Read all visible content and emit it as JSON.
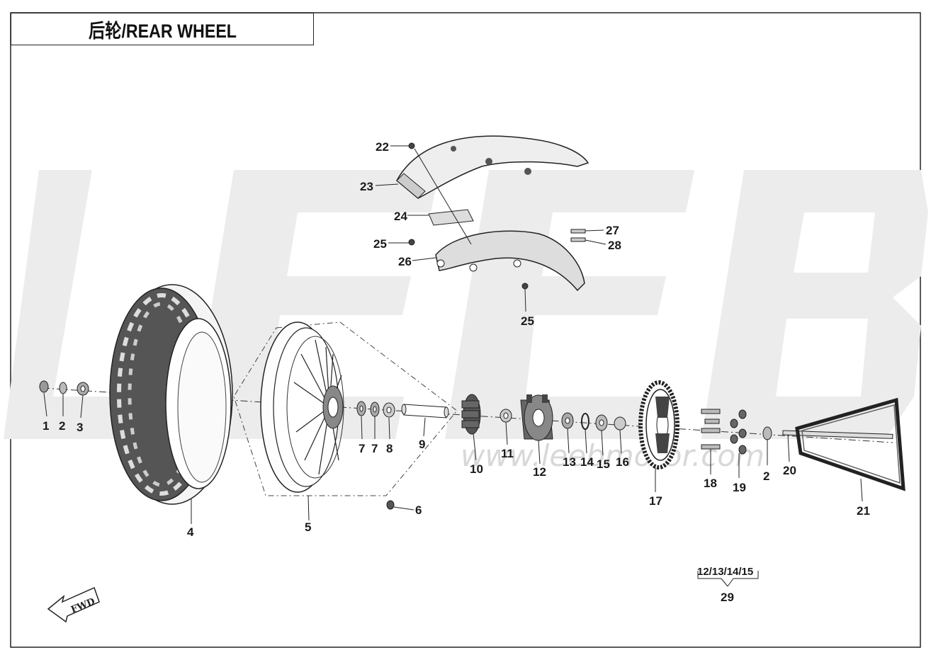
{
  "title": "后轮/REAR WHEEL",
  "watermark_logo": "LEEB",
  "watermark_url": "www.leebmotor.com",
  "fwd_label": "FWD",
  "kit_label": "12/13/14/15",
  "kit_number": "29",
  "callouts": [
    {
      "id": "c1",
      "text": "1"
    },
    {
      "id": "c2",
      "text": "2"
    },
    {
      "id": "c3",
      "text": "3"
    },
    {
      "id": "c4",
      "text": "4"
    },
    {
      "id": "c5",
      "text": "5"
    },
    {
      "id": "c6",
      "text": "6"
    },
    {
      "id": "c7a",
      "text": "7"
    },
    {
      "id": "c7b",
      "text": "7"
    },
    {
      "id": "c8",
      "text": "8"
    },
    {
      "id": "c9",
      "text": "9"
    },
    {
      "id": "c10",
      "text": "10"
    },
    {
      "id": "c11",
      "text": "11"
    },
    {
      "id": "c12",
      "text": "12"
    },
    {
      "id": "c13",
      "text": "13"
    },
    {
      "id": "c14",
      "text": "14"
    },
    {
      "id": "c15",
      "text": "15"
    },
    {
      "id": "c16",
      "text": "16"
    },
    {
      "id": "c17",
      "text": "17"
    },
    {
      "id": "c18",
      "text": "18"
    },
    {
      "id": "c19",
      "text": "19"
    },
    {
      "id": "c2b",
      "text": "2"
    },
    {
      "id": "c20",
      "text": "20"
    },
    {
      "id": "c21",
      "text": "21"
    },
    {
      "id": "c22",
      "text": "22"
    },
    {
      "id": "c23",
      "text": "23"
    },
    {
      "id": "c24",
      "text": "24"
    },
    {
      "id": "c25a",
      "text": "25"
    },
    {
      "id": "c25b",
      "text": "25"
    },
    {
      "id": "c26",
      "text": "26"
    },
    {
      "id": "c27",
      "text": "27"
    },
    {
      "id": "c28",
      "text": "28"
    }
  ]
}
